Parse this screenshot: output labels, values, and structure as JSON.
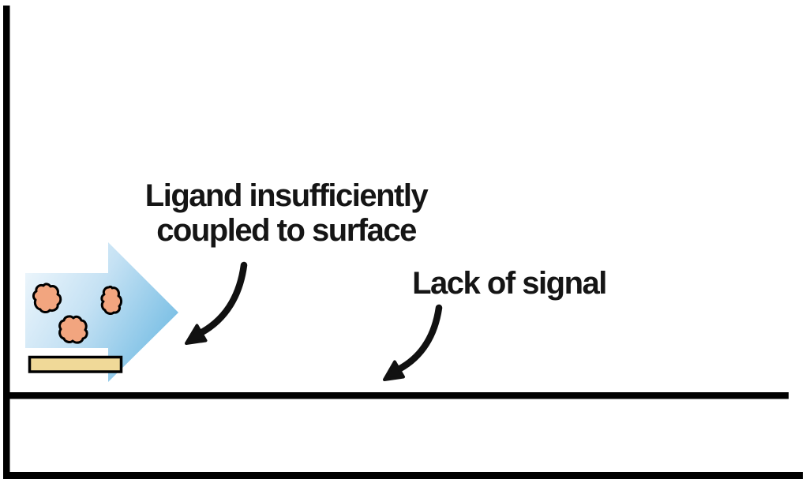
{
  "diagram": {
    "annotations": {
      "ligand": {
        "line1": "Ligand insufficiently",
        "line2": "coupled to surface"
      },
      "signal": {
        "text": "Lack of signal"
      }
    },
    "icons": {
      "flow_arrow": "right-arrow-gradient",
      "analyte": "protein-blob",
      "sensor_surface": "surface-bar",
      "pointer": "curved-down-left-arrow"
    },
    "colors": {
      "axis": "#000000",
      "signal_trace": "#000000",
      "text": "#151515",
      "pointer_arrow": "#111111",
      "flow_arrow_start": "#f3f9fd",
      "flow_arrow_mid": "#c6e2f4",
      "flow_arrow_end": "#7cc0e5",
      "analyte_fill": "#f2a57f",
      "analyte_outline": "#000000",
      "surface_fill": "#f0d998",
      "surface_outline": "#000000",
      "background": "#ffffff"
    }
  }
}
